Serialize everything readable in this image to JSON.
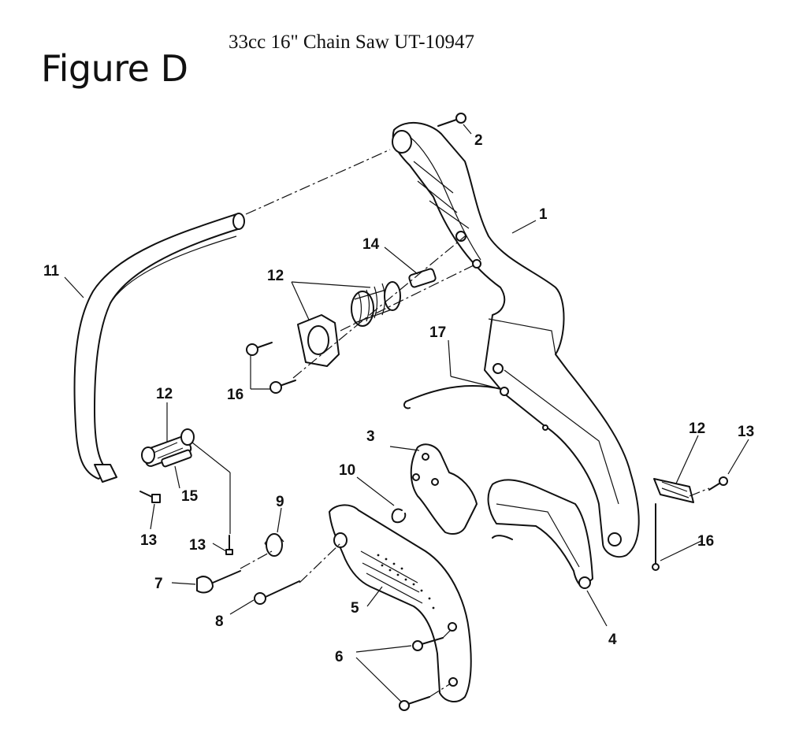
{
  "figure": {
    "label": "Figure D",
    "subtitle": "33cc 16\" Chain Saw UT-10947"
  },
  "callouts": [
    {
      "id": "c1",
      "text": "1"
    },
    {
      "id": "c2",
      "text": "2"
    },
    {
      "id": "c3",
      "text": "3"
    },
    {
      "id": "c4",
      "text": "4"
    },
    {
      "id": "c5",
      "text": "5"
    },
    {
      "id": "c6",
      "text": "6"
    },
    {
      "id": "c7",
      "text": "7"
    },
    {
      "id": "c8",
      "text": "8"
    },
    {
      "id": "c9",
      "text": "9"
    },
    {
      "id": "c10",
      "text": "10"
    },
    {
      "id": "c11",
      "text": "11"
    },
    {
      "id": "c12a",
      "text": "12"
    },
    {
      "id": "c12b",
      "text": "12"
    },
    {
      "id": "c12c",
      "text": "12"
    },
    {
      "id": "c13a",
      "text": "13"
    },
    {
      "id": "c13b",
      "text": "13"
    },
    {
      "id": "c13c",
      "text": "13"
    },
    {
      "id": "c14",
      "text": "14"
    },
    {
      "id": "c15",
      "text": "15"
    },
    {
      "id": "c16a",
      "text": "16"
    },
    {
      "id": "c16b",
      "text": "16"
    },
    {
      "id": "c17",
      "text": "17"
    }
  ]
}
